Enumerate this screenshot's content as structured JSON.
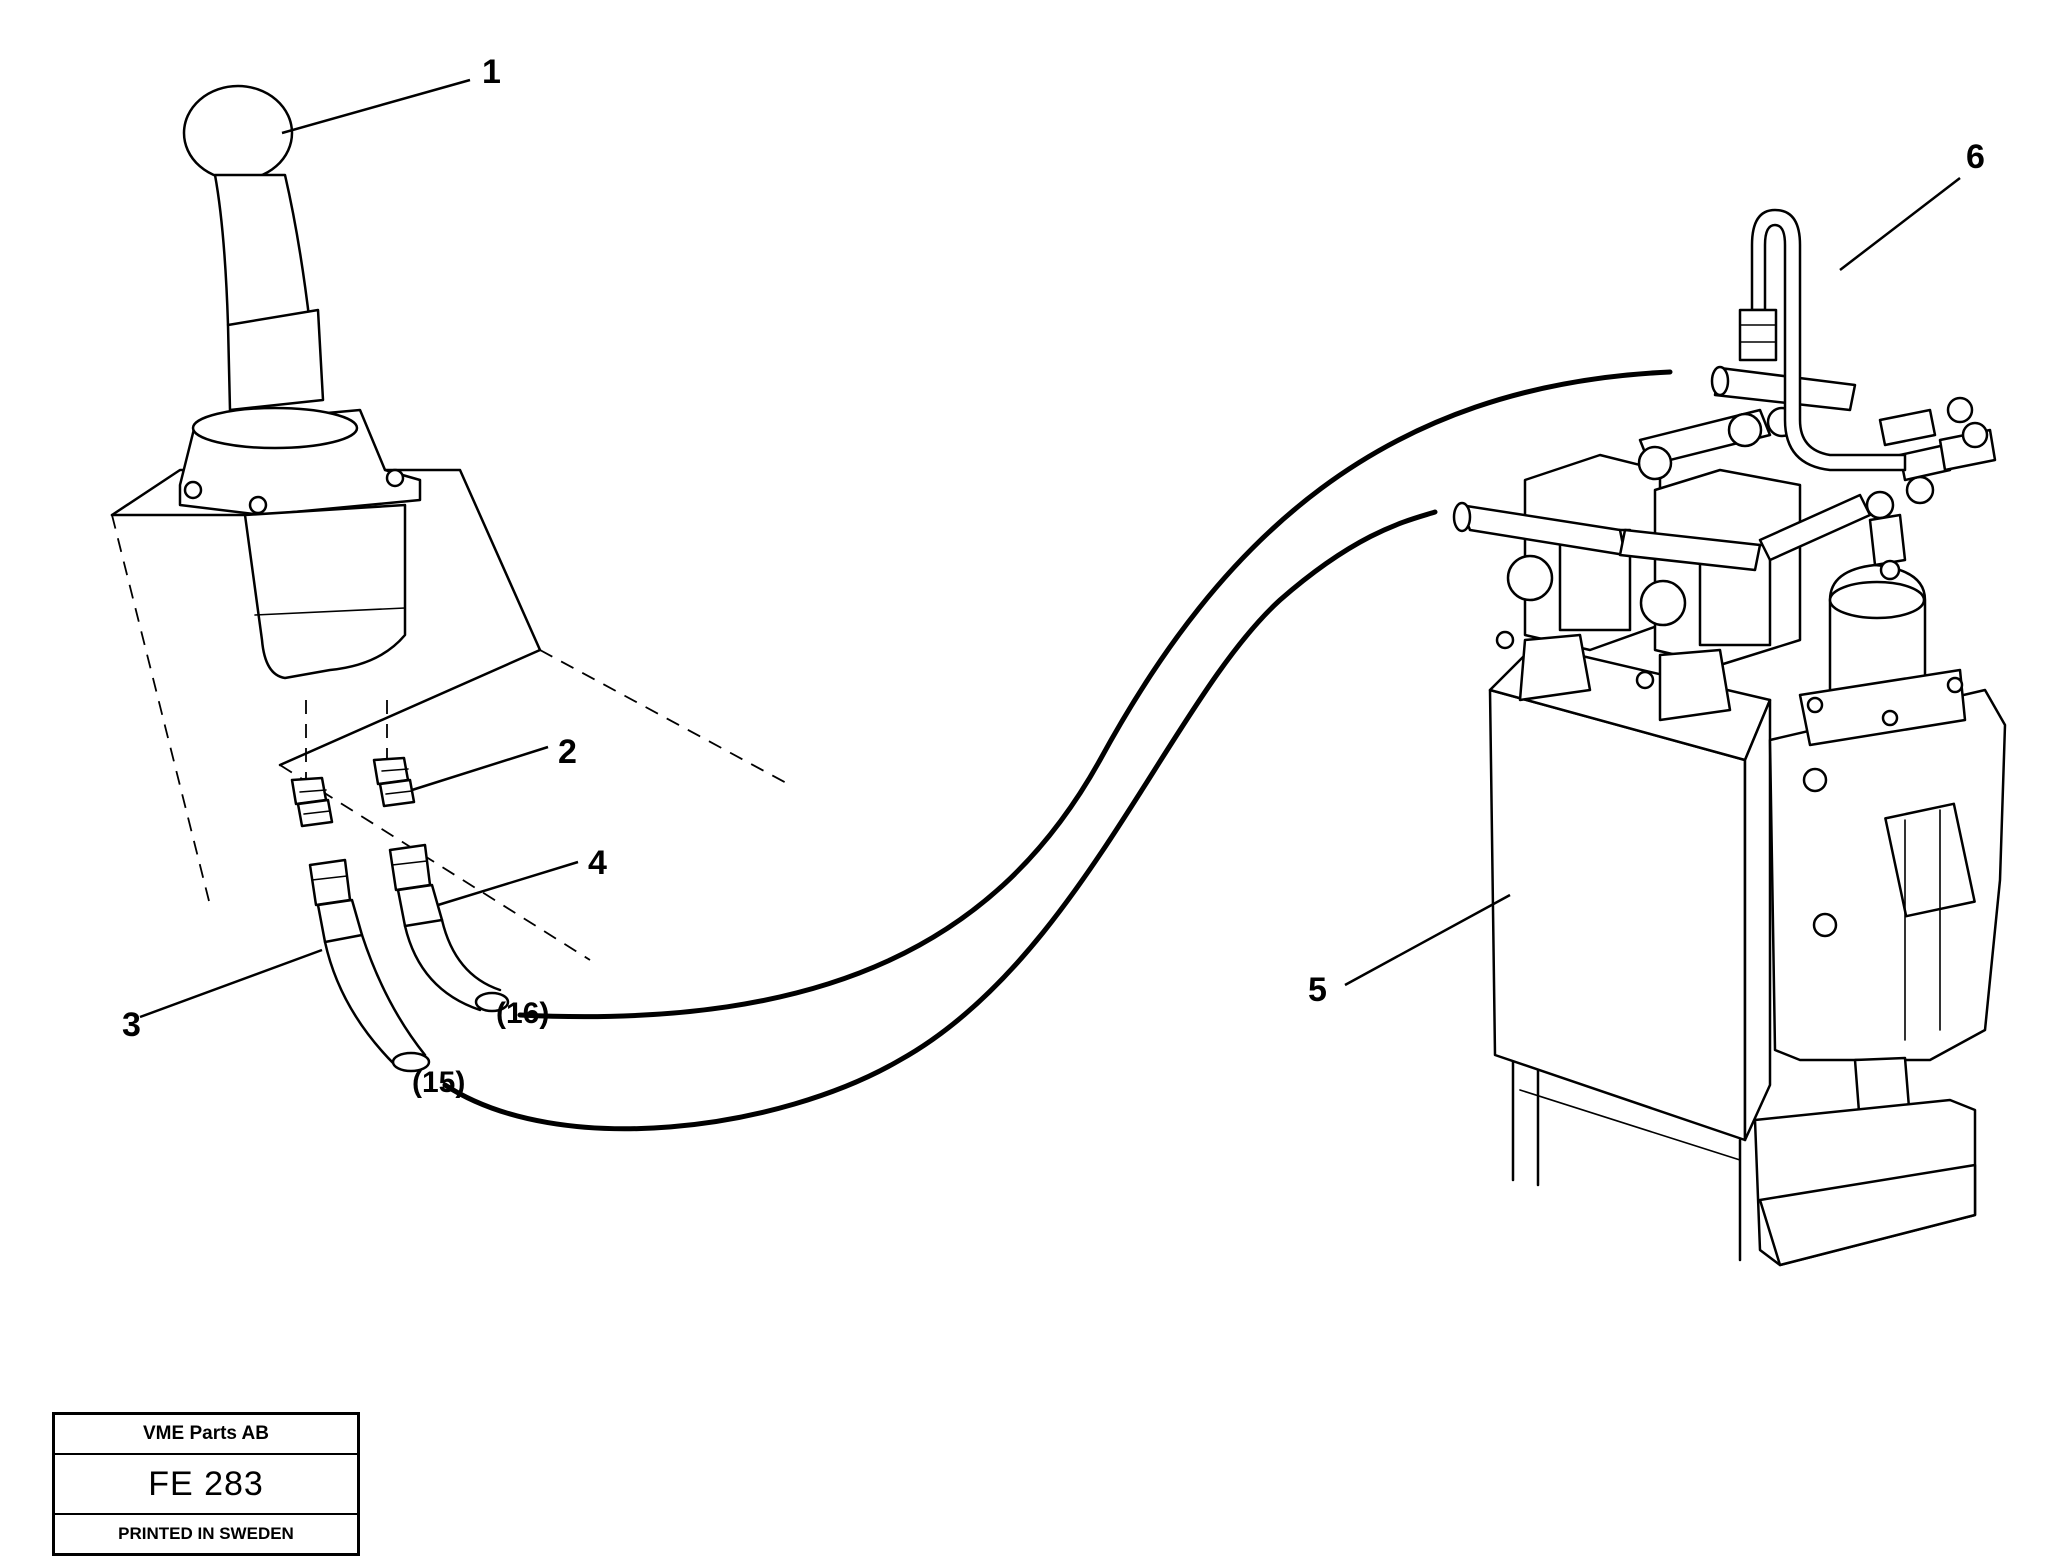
{
  "diagram": {
    "callouts": {
      "c1": "1",
      "c2": "2",
      "c3": "3",
      "c4": "4",
      "c5": "5",
      "c6": "6"
    },
    "hose_refs": {
      "r15": "(15)",
      "r16": "(16)"
    }
  },
  "title_block": {
    "company": "VME Parts AB",
    "drawing_code": "FE 283",
    "printed": "PRINTED IN SWEDEN"
  }
}
